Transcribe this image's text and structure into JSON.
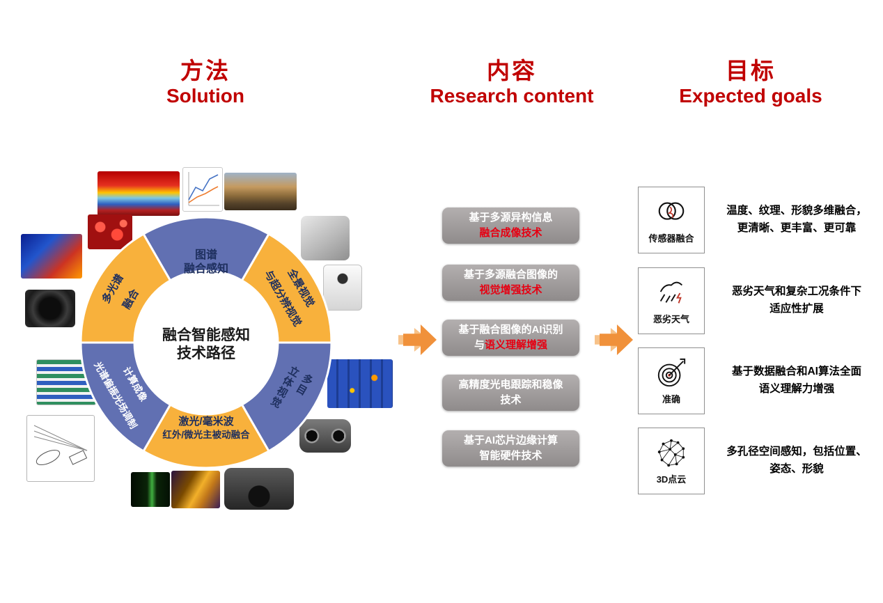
{
  "headers": {
    "solution": {
      "zh": "方法",
      "en": "Solution"
    },
    "content": {
      "zh": "内容",
      "en": "Research content"
    },
    "goals": {
      "zh": "目标",
      "en": "Expected goals"
    }
  },
  "ring": {
    "center_line1": "融合智能感知",
    "center_line2": "技术路径",
    "segments": [
      {
        "lines": [
          "图谱",
          "融合感知"
        ],
        "color": "#6170B2"
      },
      {
        "lines": [
          "全景视觉",
          "与超分辨视觉"
        ],
        "color": "#F8B13C"
      },
      {
        "lines": [
          "多目",
          "立体视觉"
        ],
        "color": "#6170B2"
      },
      {
        "lines": [
          "激光/毫米波",
          "红外/微光主被动融合"
        ],
        "color": "#F8B13C"
      },
      {
        "lines": [
          "光谱偏振光场调制",
          "计算成像"
        ],
        "color": "#6170B2"
      },
      {
        "lines": [
          "多光谱",
          "融合"
        ],
        "color": "#F8B13C"
      }
    ]
  },
  "research_boxes": [
    {
      "line1": "基于多源异构信息",
      "line2_white": "",
      "line2_red": "融合成像技术"
    },
    {
      "line1": "基于多源融合图像的",
      "line2_white": "",
      "line2_red": "视觉增强技术"
    },
    {
      "line1": "基于融合图像的AI识别",
      "line2_white": "与",
      "line2_red": "语义理解增强"
    },
    {
      "line1": "高精度光电跟踪和稳像",
      "line2_white": "技术",
      "line2_red": ""
    },
    {
      "line1": "基于AI芯片边缘计算",
      "line2_white": "智能硬件技术",
      "line2_red": ""
    }
  ],
  "goals": [
    {
      "label": "传感器融合",
      "desc1": "温度、纹理、形貌多维融合，",
      "desc2": "更清晰、更丰富、更可靠"
    },
    {
      "label": "恶劣天气",
      "desc1": "恶劣天气和复杂工况条件下",
      "desc2": "适应性扩展"
    },
    {
      "label": "准确",
      "desc1": "基于数据融合和AI算法全面",
      "desc2": "语义理解力增强"
    },
    {
      "label": "3D点云",
      "desc1": "多孔径空间感知，包括位置、",
      "desc2": "姿态、形貌"
    }
  ],
  "colors": {
    "header_red": "#c00000",
    "ring_yellow": "#F8B13C",
    "ring_blue": "#6170B2",
    "box_red_text": "#e60012",
    "arrow_orange": "#f0913b"
  }
}
